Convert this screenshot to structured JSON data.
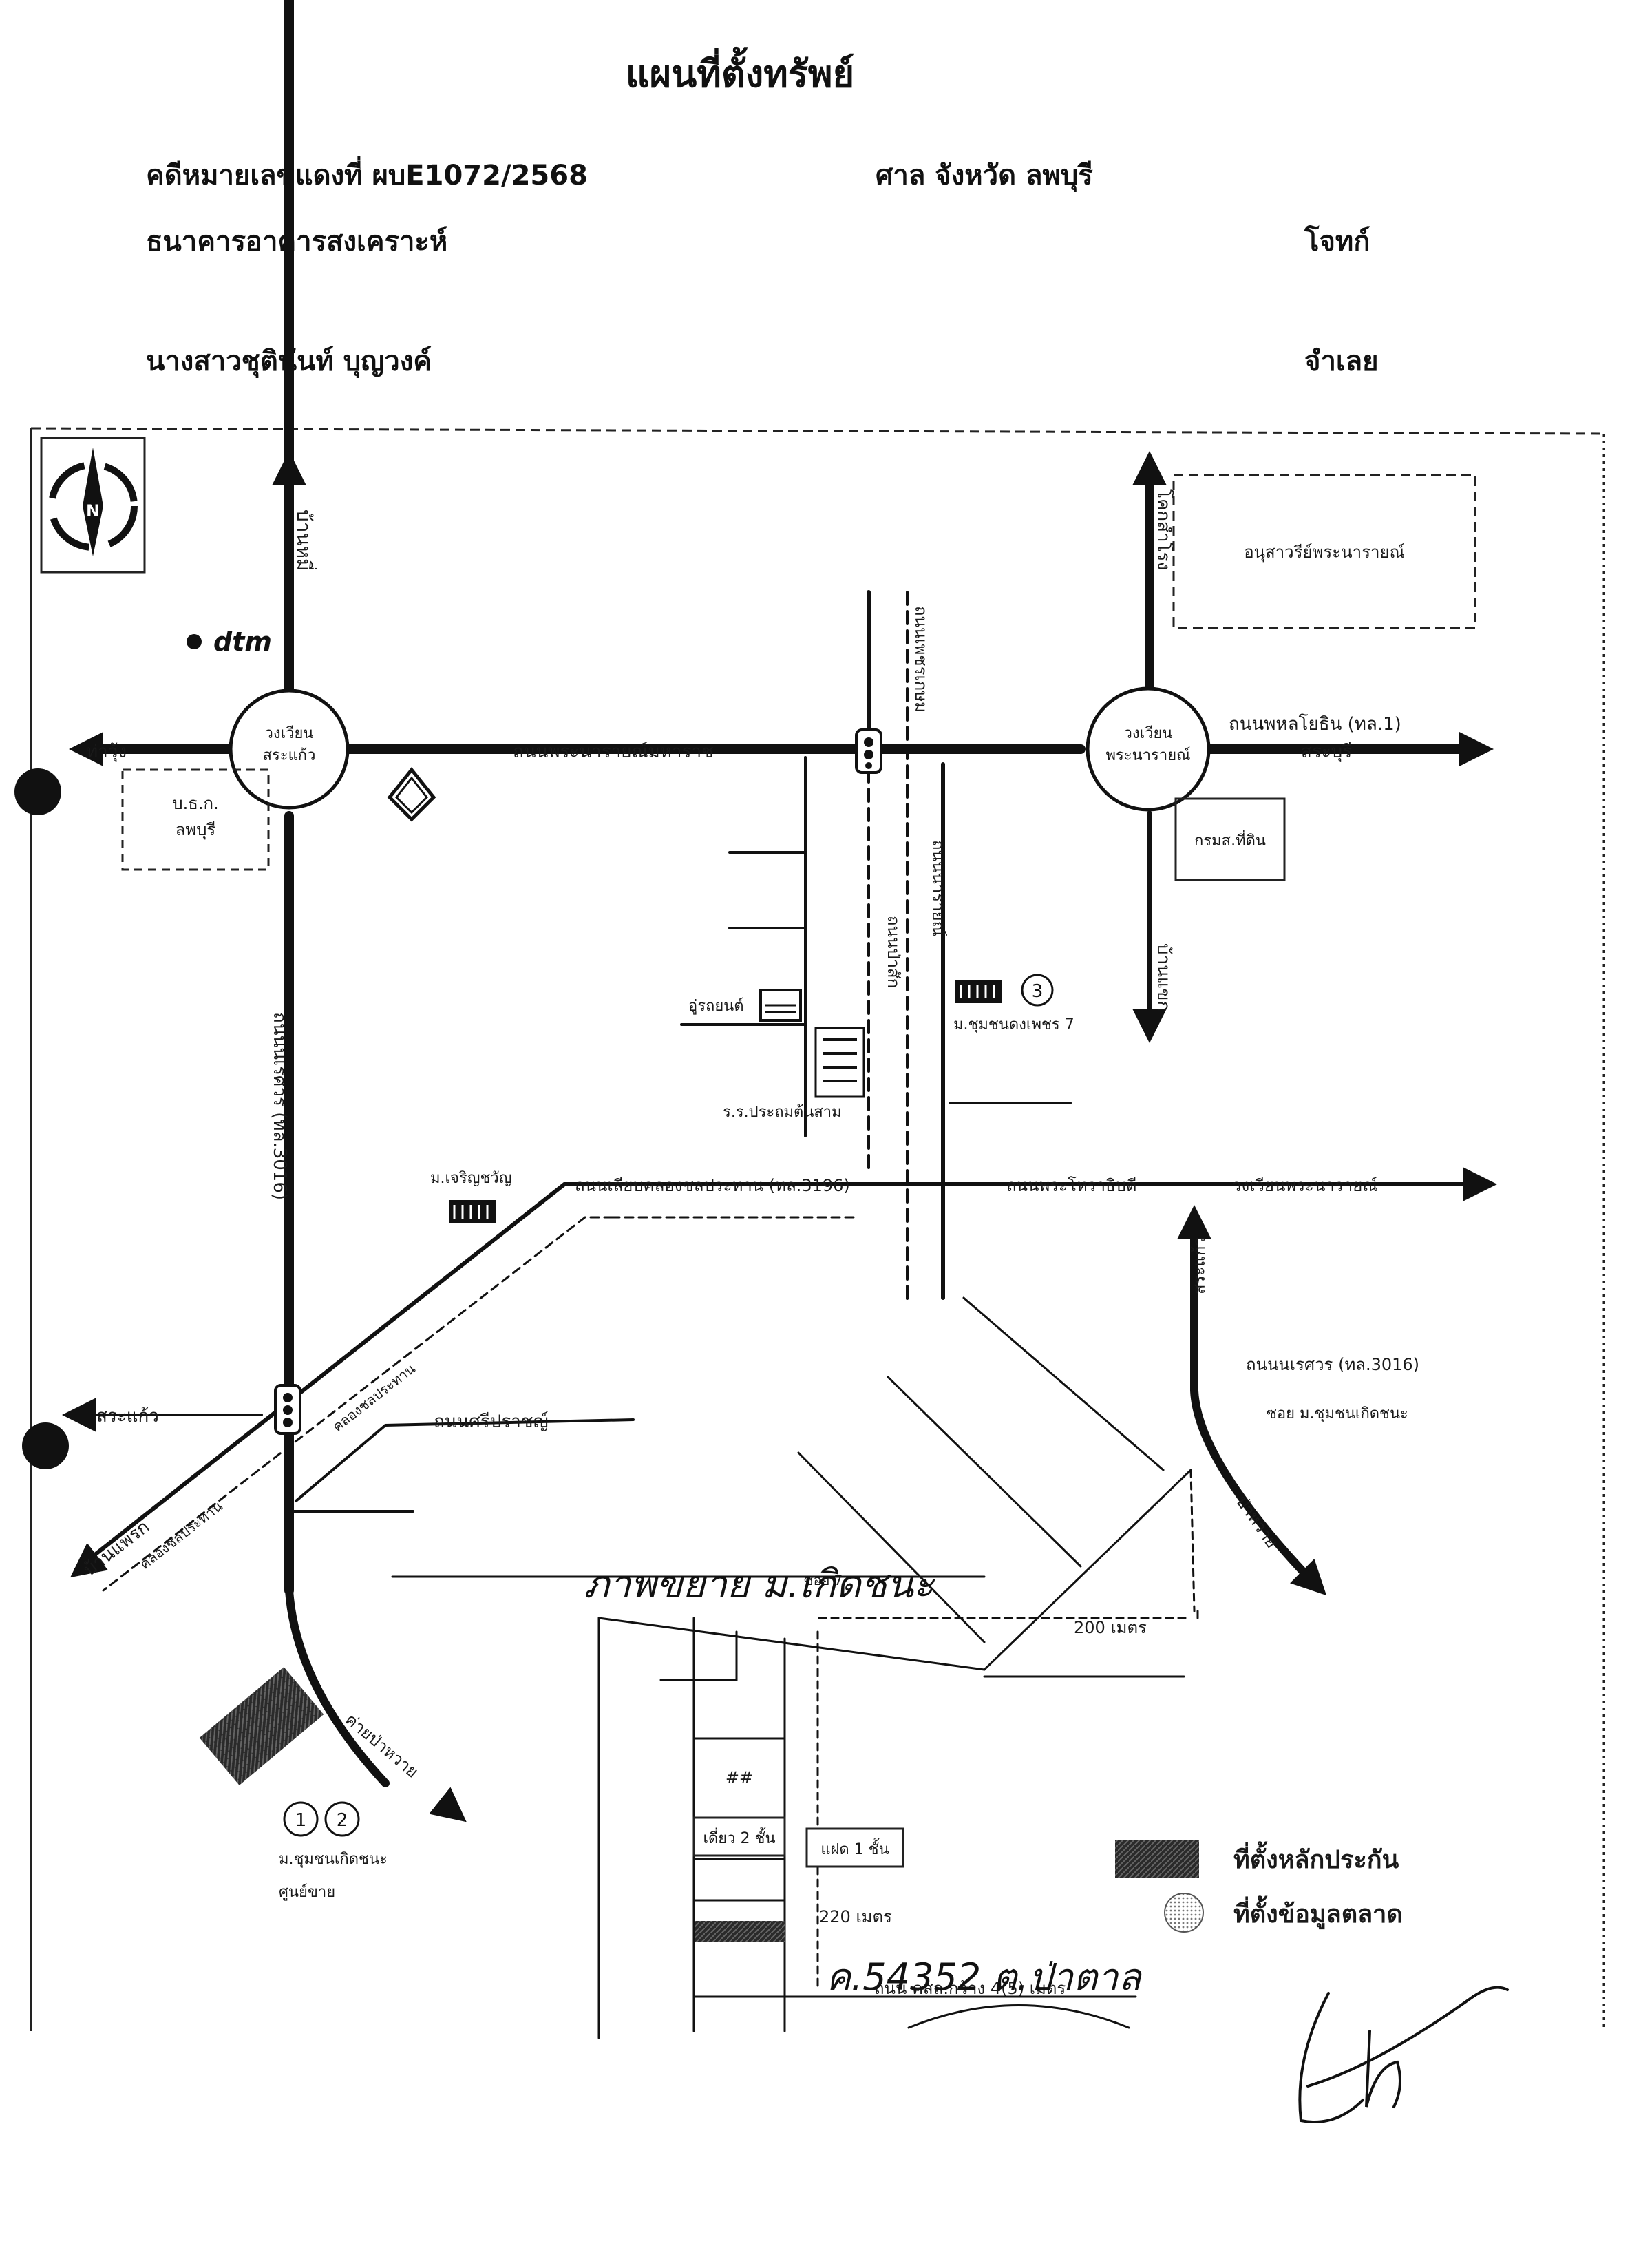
{
  "header": {
    "title": "แผนที่ตั้งทรัพย์",
    "case_number": "คดีหมายเลขแดงที่ ผบE1072/2568",
    "court": "ศาล    จังหวัด ลพบุรี",
    "plaintiff": "ธนาคารอาคารสงเคราะห์",
    "plaintiff_role": "โจทก์",
    "defendant": "นางสาวชุตินันท์ บุญวงค์",
    "defendant_role": "จำเลย"
  },
  "map": {
    "compass": "N",
    "logo": "dtm",
    "labels": {
      "ban_mi": "บ้านหมี่",
      "tha_wung": "ท่าวุ้ง",
      "roundabout_kraew": "วงเวียน\nสระแก้ว",
      "ban_tok_lopburi": "บ.ธ.ก.\nลพบุรี",
      "narai_road": "ถนนพระนารายณ์มหาราช",
      "khok_samrong": "โคกสำโรง",
      "narai_memorial": "อนุสาวรีย์พระนารายณ์",
      "roundabout_narai": "วงเวียน\nพระนารายณ์",
      "phahonyothin": "ถนนพหลโยธิน (ทล.1)",
      "saraburi": "สระบุรี",
      "krong_sirin": "กรมส.ที่ดิน",
      "phet_rd": "ถนนเพชรเกษม",
      "narai_rd_vertical": "ถนนนารายณ์",
      "pa_sak_rd": "ถนนป่าสัก",
      "ban_mi_south": "บ้านแขก",
      "garage": "อู่รถยนต์",
      "moo_chumchon_3": "ม.ชุมชนดงเพชร 7",
      "school": "ร.ร.ประถมต้นสาม",
      "naresuan_3016": "ถนนนเรศวร (ทล.3016)",
      "m_charoen": "ม.เจริญชวัญ",
      "khlong_chon_rd": "ถนนเลียบคลองชลประทาน (ทล.3196)",
      "pho_rd": "ถนนพระโหราธิบดี",
      "roundabout_narai_2": "วงเวียนพระนารายณ์",
      "sa_kaew_vert": "สระแก้ว",
      "naresuan_right": "ถนนนเรศวร (ทล.3016)",
      "soi_moo": "ซอย ม.ชุมชนเกิดชนะ",
      "pa_wan": "ป่าหวาย",
      "sa_kaew_left": "สระแก้ว",
      "khlong_canal": "คลองชลประทาน",
      "sri_prap_rd": "ถนนศรีปราชญ์",
      "ban_phrik": "บ้านแพรก",
      "khlong_canal_2": "คลองชลประทาน",
      "pa_wan_camp": "ค่ายป่าหวาย",
      "moo_chumchon": "ม.ชุมชนเกิดชนะ",
      "moo_chumchon_2": "ศูนย์ขาย",
      "soi_7": "ซอย 7",
      "dist_200": "200 เมตร",
      "two_storey": "เดี่ยว 2 ชั้น",
      "one_storey": "แฝด 1 ชั้น",
      "dist_220": "220 เมตร",
      "road_width": "ถนน คสล.กว้าง 4(5) เมตร"
    },
    "handwriting": {
      "top": "ภาพขยาย ม.เกิดชนะ",
      "bottom": "ค.54352 ต.ป่าตาล"
    },
    "legend": {
      "collateral": "ที่ตั้งหลักประกัน",
      "market": "ที่ตั้งข้อมูลตลาด"
    }
  }
}
